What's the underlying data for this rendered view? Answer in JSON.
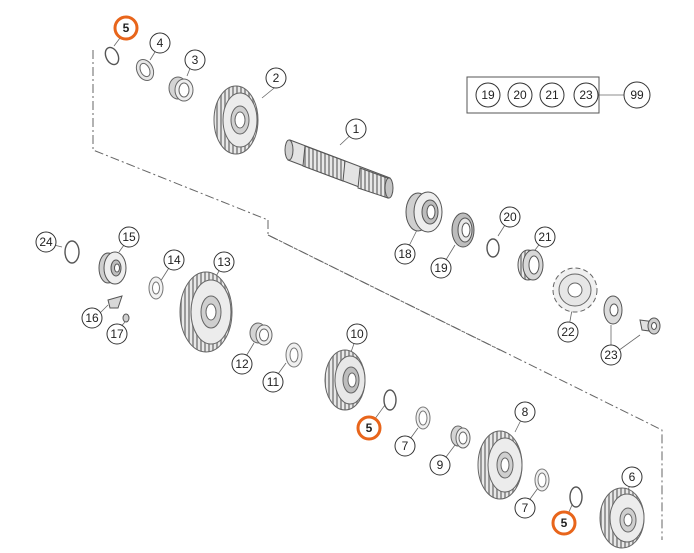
{
  "colors": {
    "highlight": "#E8651B",
    "line": "#555555",
    "part_fill": "#eeeeee",
    "part_shade": "#bdbdbd",
    "part_dark": "#777777"
  },
  "kit": {
    "members": [
      "19",
      "20",
      "21",
      "23"
    ],
    "label": "99"
  },
  "callouts": [
    {
      "id": "c5a",
      "label": "5",
      "highlighted": true
    },
    {
      "id": "c4",
      "label": "4",
      "highlighted": false
    },
    {
      "id": "c3",
      "label": "3",
      "highlighted": false
    },
    {
      "id": "c2",
      "label": "2",
      "highlighted": false
    },
    {
      "id": "c1",
      "label": "1",
      "highlighted": false
    },
    {
      "id": "c24",
      "label": "24",
      "highlighted": false
    },
    {
      "id": "c15",
      "label": "15",
      "highlighted": false
    },
    {
      "id": "c14",
      "label": "14",
      "highlighted": false
    },
    {
      "id": "c13",
      "label": "13",
      "highlighted": false
    },
    {
      "id": "c16",
      "label": "16",
      "highlighted": false
    },
    {
      "id": "c17",
      "label": "17",
      "highlighted": false
    },
    {
      "id": "c18",
      "label": "18",
      "highlighted": false
    },
    {
      "id": "c19",
      "label": "19",
      "highlighted": false
    },
    {
      "id": "c20",
      "label": "20",
      "highlighted": false
    },
    {
      "id": "c21",
      "label": "21",
      "highlighted": false
    },
    {
      "id": "c22",
      "label": "22",
      "highlighted": false
    },
    {
      "id": "c23",
      "label": "23",
      "highlighted": false
    },
    {
      "id": "c12",
      "label": "12",
      "highlighted": false
    },
    {
      "id": "c11",
      "label": "11",
      "highlighted": false
    },
    {
      "id": "c10",
      "label": "10",
      "highlighted": false
    },
    {
      "id": "c5b",
      "label": "5",
      "highlighted": true
    },
    {
      "id": "c7a",
      "label": "7",
      "highlighted": false
    },
    {
      "id": "c9",
      "label": "9",
      "highlighted": false
    },
    {
      "id": "c8",
      "label": "8",
      "highlighted": false
    },
    {
      "id": "c7b",
      "label": "7",
      "highlighted": false
    },
    {
      "id": "c5c",
      "label": "5",
      "highlighted": true
    },
    {
      "id": "c6",
      "label": "6",
      "highlighted": false
    }
  ]
}
